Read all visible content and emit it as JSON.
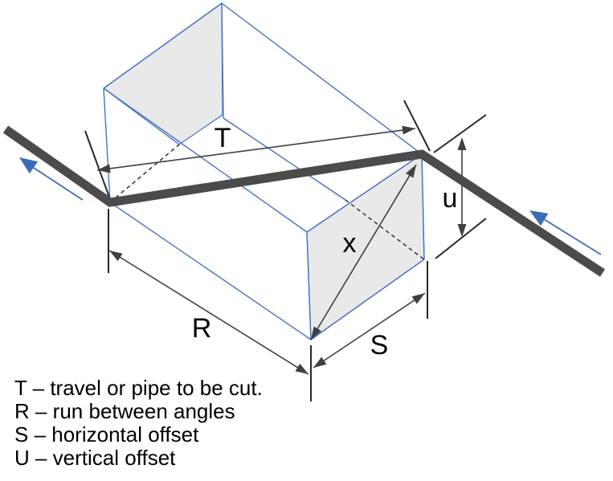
{
  "diagram": {
    "labels": {
      "travel": "T",
      "run": "R",
      "horizontal_offset": "S",
      "vertical_offset": "u",
      "true_offset": "x"
    },
    "legend": [
      "T – travel or pipe to be cut.",
      "R – run between angles",
      "S – horizontal offset",
      "U – vertical offset"
    ],
    "colors": {
      "pipe": "#4b4b4b",
      "box_line": "#4472c4",
      "flow_arrow": "#3a6db8",
      "dimension": "#404040",
      "face_fill": "#e9e9e9",
      "text": "#000000"
    }
  }
}
